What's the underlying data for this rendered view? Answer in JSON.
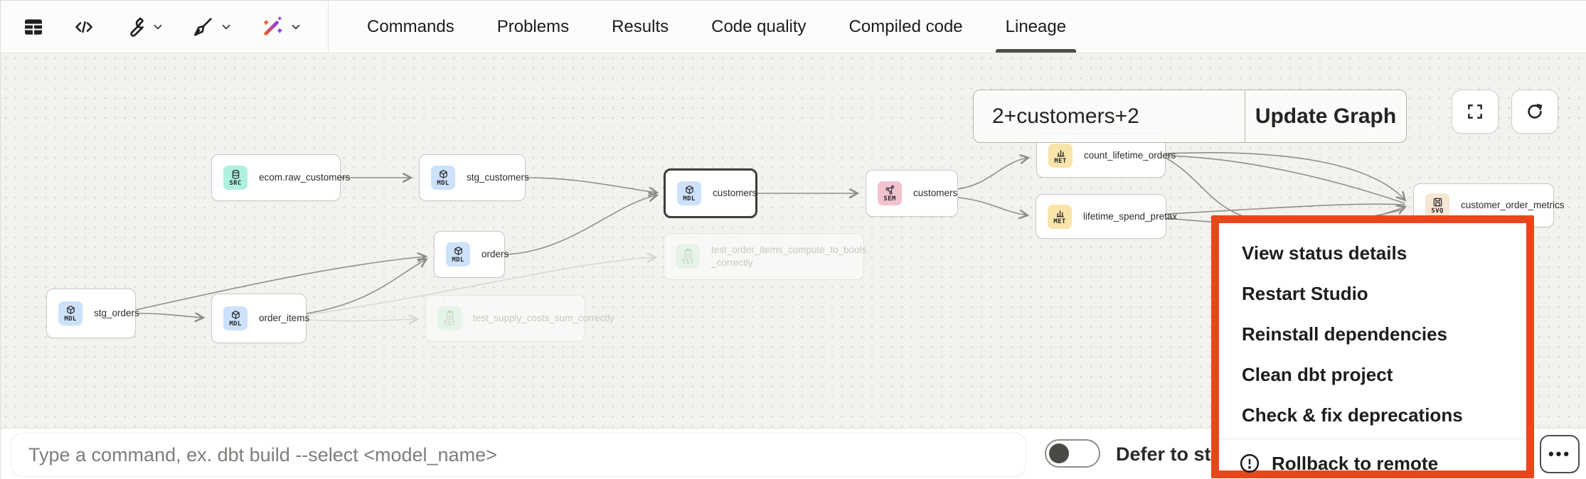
{
  "toolbar": {
    "icons": [
      {
        "name": "table-icon"
      },
      {
        "name": "code-icon"
      },
      {
        "name": "wrench-icon",
        "has_dropdown": true
      },
      {
        "name": "broom-icon",
        "has_dropdown": true
      },
      {
        "name": "magic-wand-icon",
        "has_dropdown": true
      }
    ],
    "tabs": [
      {
        "label": "Commands",
        "active": false
      },
      {
        "label": "Problems",
        "active": false
      },
      {
        "label": "Results",
        "active": false
      },
      {
        "label": "Code quality",
        "active": false
      },
      {
        "label": "Compiled code",
        "active": false
      },
      {
        "label": "Lineage",
        "active": true
      }
    ]
  },
  "graph_controls": {
    "selector_value": "2+customers+2",
    "update_button": "Update Graph",
    "buttons": [
      {
        "name": "fullscreen-icon"
      },
      {
        "name": "refresh-icon"
      }
    ]
  },
  "nodes": [
    {
      "type": "SRC",
      "name": "ecom.raw_customers"
    },
    {
      "type": "MDL",
      "name": "stg_customers"
    },
    {
      "type": "MDL",
      "name": "customers",
      "selected": true
    },
    {
      "type": "SEM",
      "name": "customers"
    },
    {
      "type": "MET",
      "name": "count_lifetime_orders"
    },
    {
      "type": "MET",
      "name": "lifetime_spend_pretax"
    },
    {
      "type": "SVQ",
      "name": "customer_order_metrics"
    },
    {
      "type": "TST",
      "name": "test_order_items_compute_to_bools _correctly",
      "faded": true
    },
    {
      "type": "MDL",
      "name": "orders"
    },
    {
      "type": "MDL",
      "name": "stg_orders"
    },
    {
      "type": "MDL",
      "name": "order_items"
    },
    {
      "type": "TST",
      "name": "test_supply_costs_sum_correctly",
      "faded": true
    }
  ],
  "context_menu": {
    "items": [
      "View status details",
      "Restart Studio",
      "Reinstall dependencies",
      "Clean dbt project",
      "Check & fix deprecations"
    ],
    "footer_item": "Rollback to remote"
  },
  "bottom_bar": {
    "command_placeholder": "Type a command, ex. dbt build --select <model_name>",
    "defer_label": "Defer to sta",
    "more_label": "•••"
  },
  "colors": {
    "highlight_border": "#E8471C",
    "badge_src": "#AFF0DF",
    "badge_mdl": "#CDE1FA",
    "badge_sem": "#F2C2CF",
    "badge_met": "#F9E5AA",
    "badge_svq": "#F6E7D3",
    "badge_tst": "#E7F3E9",
    "canvas_bg": "#F2F2EF"
  }
}
